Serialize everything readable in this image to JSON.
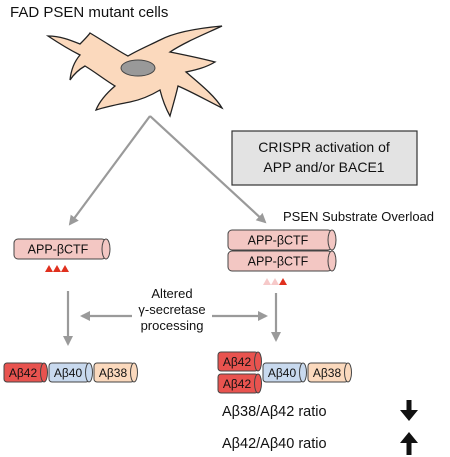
{
  "title": "FAD PSEN mutant  cells",
  "crispr_box": {
    "line1": "CRISPR activation of",
    "line2": "APP and/or BACE1"
  },
  "overload_label": "PSEN Substrate Overload",
  "left": {
    "substrate": "APP-βCTF",
    "products": [
      "Aβ42",
      "Aβ40",
      "Aβ38"
    ]
  },
  "right": {
    "substrates": [
      "APP-βCTF",
      "APP-βCTF"
    ],
    "products_stack": [
      "Aβ42",
      "Aβ42"
    ],
    "products": [
      "Aβ40",
      "Aβ38"
    ]
  },
  "process_label": {
    "line1": "Altered",
    "line2": "γ-secretase",
    "line3": "processing"
  },
  "ratios": [
    {
      "label": "Aβ38/Aβ42 ratio",
      "direction": "down"
    },
    {
      "label": "Aβ42/Aβ40 ratio",
      "direction": "up"
    }
  ],
  "colors": {
    "cell_body": "#fbd9bd",
    "nucleus": "#999999",
    "arrow": "#9a9a9a",
    "crispr_box_fill": "#e3e3e3",
    "substrate_fill": "#f3c7c3",
    "ab42_fill": "#e8534f",
    "ab40_fill": "#c8d9ee",
    "ab38_fill": "#fbd9bd",
    "triangle_dark": "#e0301e",
    "triangle_light": "#f6c9c9"
  }
}
